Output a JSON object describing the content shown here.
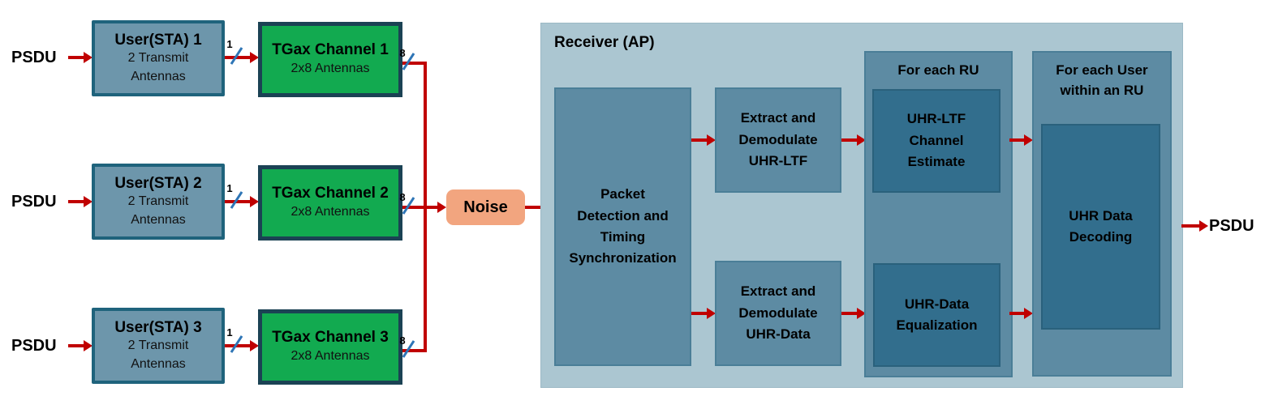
{
  "diagram_title": "UHR multi-user transmit/receive block diagram",
  "colors": {
    "arrow_red": "#c00000",
    "user_fill": "#6d96ab",
    "user_border": "#1f637c",
    "channel_fill": "#12aa50",
    "channel_border": "#1b4254",
    "noise_fill": "#f2a57f",
    "receiver_fill": "#abc6d1",
    "block_fill": "#5d8ba3",
    "inner_block_fill": "#326e8d",
    "wire_slash_blue": "#2e75b6",
    "text": "#000000"
  },
  "tx": {
    "rows": [
      {
        "psdu_in": "PSDU",
        "user_title": "User(STA) 1",
        "user_sub1": "2 Transmit",
        "user_sub2": "Antennas",
        "in_width": "1",
        "channel_title": "TGax Channel 1",
        "channel_sub": "2x8 Antennas",
        "out_width": "8"
      },
      {
        "psdu_in": "PSDU",
        "user_title": "User(STA) 2",
        "user_sub1": "2 Transmit",
        "user_sub2": "Antennas",
        "in_width": "1",
        "channel_title": "TGax Channel 2",
        "channel_sub": "2x8 Antennas",
        "out_width": "8"
      },
      {
        "psdu_in": "PSDU",
        "user_title": "User(STA) 3",
        "user_sub1": "2 Transmit",
        "user_sub2": "Antennas",
        "in_width": "1",
        "channel_title": "TGax Channel 3",
        "channel_sub": "2x8 Antennas",
        "out_width": "8"
      }
    ]
  },
  "noise_label": "Noise",
  "receiver": {
    "title": "Receiver (AP)",
    "packet": [
      "Packet",
      "Detection and",
      "Timing",
      "Synchronization"
    ],
    "extract_ltf": [
      "Extract and",
      "Demodulate",
      "UHR-LTF"
    ],
    "extract_data": [
      "Extract and",
      "Demodulate",
      "UHR-Data"
    ],
    "ru_container_title": "For each RU",
    "channel_estimate": [
      "UHR-LTF",
      "Channel",
      "Estimate"
    ],
    "equalization": [
      "UHR-Data",
      "Equalization"
    ],
    "user_container_title": [
      "For each User",
      "within an RU"
    ],
    "decoding": [
      "UHR Data",
      "Decoding"
    ]
  },
  "psdu_out": "PSDU"
}
